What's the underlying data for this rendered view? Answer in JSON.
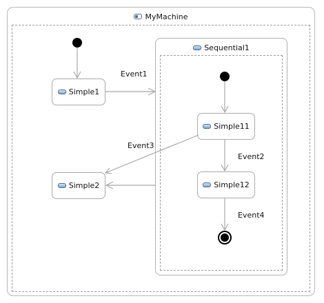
{
  "machine": {
    "name": "MyMachine",
    "icon": "state-machine-icon"
  },
  "composite": {
    "name": "Sequential1",
    "icon": "state-icon"
  },
  "states": {
    "simple1": "Simple1",
    "simple2": "Simple2",
    "simple11": "Simple11",
    "simple12": "Simple12"
  },
  "transitions": {
    "event1": "Event1",
    "event2": "Event2",
    "event3": "Event3",
    "event4": "Event4"
  },
  "colors": {
    "edge": "#a8a8a8",
    "border": "#b0b0b0",
    "icon": "#4a6c8c"
  }
}
